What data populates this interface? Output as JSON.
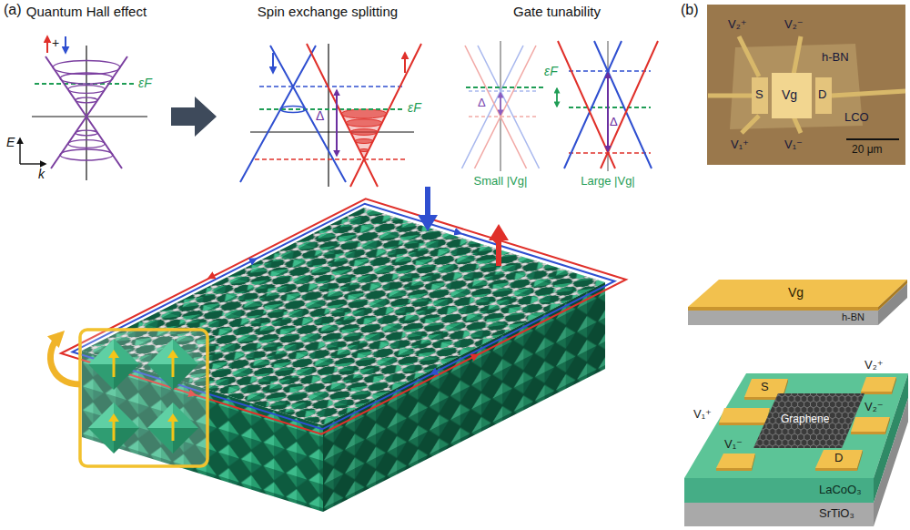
{
  "diagram": {
    "nodes": [
      {
        "text": [
          "h-BN"
        ]
      },
      {
        "text": [
          "Vg"
        ],
        "in": 0
      },
      {
        "text": [
          "LaCoO₃"
        ]
      },
      {
        "text": [
          "S"
        ],
        "in": 2
      },
      {
        "text": [
          "V₂⁺"
        ],
        "in": 2
      },
      {
        "text": [
          "V₁⁺"
        ],
        "in": 2
      },
      {
        "text": [
          "Graphene"
        ],
        "in": 2
      },
      {
        "text": [
          "V₂⁻"
        ],
        "in": 2
      },
      {
        "text": [
          "V₁⁻"
        ],
        "in": 2
      },
      {
        "text": [
          "D"
        ],
        "in": 2
      },
      {
        "text": [
          "SrTiO₃"
        ]
      }
    ],
    "labels": [
      "(a)",
      "Quantum Hall effect",
      "Spin exchange splitting",
      "Gate tunability",
      "+",
      "εF",
      "E",
      "k",
      "εF",
      "Δ",
      "εF",
      "Δ",
      "Δ",
      "Small |Vg|",
      "Large |Vg|",
      "(b)",
      "V₂⁺",
      "V₂⁻",
      "h-BN",
      "S",
      "Vg",
      "D",
      "LCO",
      "V₁⁺",
      "V₁⁻",
      "20 μm"
    ]
  }
}
